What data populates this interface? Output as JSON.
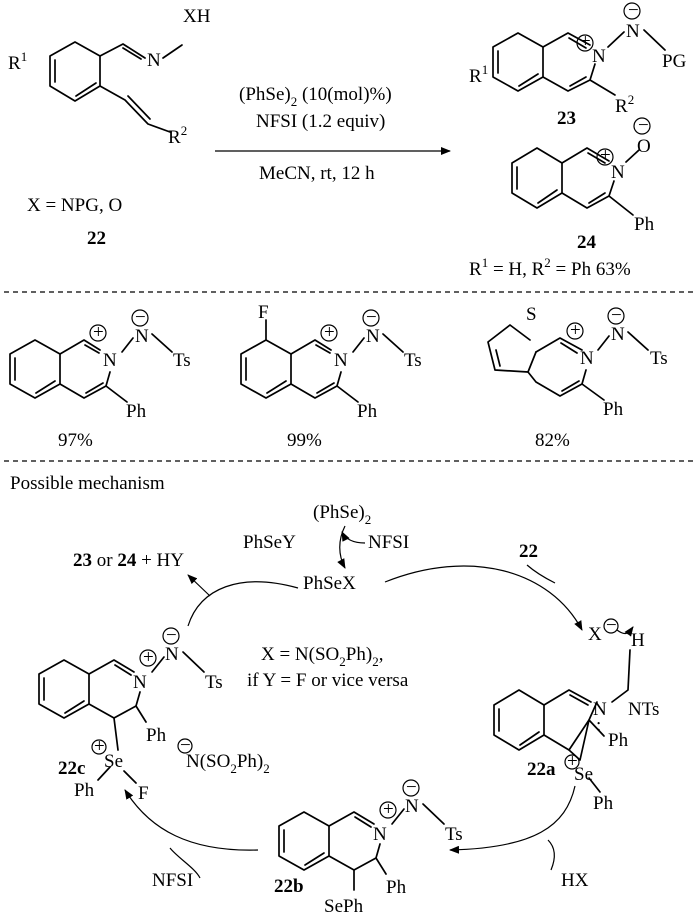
{
  "conditions": {
    "reagent1": "(PhSe)",
    "reagent1_sub": "2",
    "reagent1_tail": " (10(mol)%)",
    "reagent2": "NFSI (1.2 equiv)",
    "reagent3": "MeCN, rt, 12 h"
  },
  "substrate": {
    "r1": "R",
    "r1_sup": "1",
    "xh": "XH",
    "n": "N",
    "r2": "R",
    "r2_sup": "2",
    "x_def": "X = NPG, O",
    "id": "22"
  },
  "product23": {
    "r1": "R",
    "r1_sup": "1",
    "n": "N",
    "plus": "+",
    "minus": "−",
    "pg": "PG",
    "r2": "R",
    "r2_sup": "2",
    "id": "23"
  },
  "product24": {
    "n": "N",
    "o": "O",
    "plus": "+",
    "minus": "−",
    "ph": "Ph",
    "id": "24",
    "cond_r1": "R",
    "cond_r1_sup": "1",
    "cond_mid": " = H, R",
    "cond_r2_sup": "2",
    "cond_tail": " = Ph  63%"
  },
  "examples": [
    {
      "yield": "97%",
      "ts": "Ts",
      "ph": "Ph",
      "n": "N"
    },
    {
      "yield": "99%",
      "ts": "Ts",
      "ph": "Ph",
      "n": "N",
      "f": "F"
    },
    {
      "yield": "82%",
      "ts": "Ts",
      "ph": "Ph",
      "n": "N",
      "s": "S"
    }
  ],
  "mechanism": {
    "heading": "Possible mechanism",
    "phse2": "(PhSe)",
    "phse2_sub": "2",
    "phsey": "PhSeY",
    "nfsi_top": "NFSI",
    "phsex": "PhSeX",
    "prod_a": "23",
    "prod_or": " or ",
    "prod_b": "24",
    "prod_tail": "  +  HY",
    "substrate_in": "22",
    "x_minus": "X",
    "note1": "X = N(SO",
    "note1_sub": "2",
    "note1_tail": "Ph)",
    "note1_sub2": "2",
    "note1_end": ",",
    "note2": "if Y = F or vice versa",
    "i22a": "22a",
    "i22b": "22b",
    "i22c": "22c",
    "hx": "HX",
    "nfsi_bottom": "NFSI",
    "h": "H",
    "nts": "NTs",
    "se": "Se",
    "ph": "Ph",
    "ts": "Ts",
    "n": "N",
    "f": "F",
    "seph": "SePh",
    "counter": "N(SO",
    "counter_sub": "2",
    "counter_tail": "Ph)",
    "counter_sub2": "2"
  }
}
